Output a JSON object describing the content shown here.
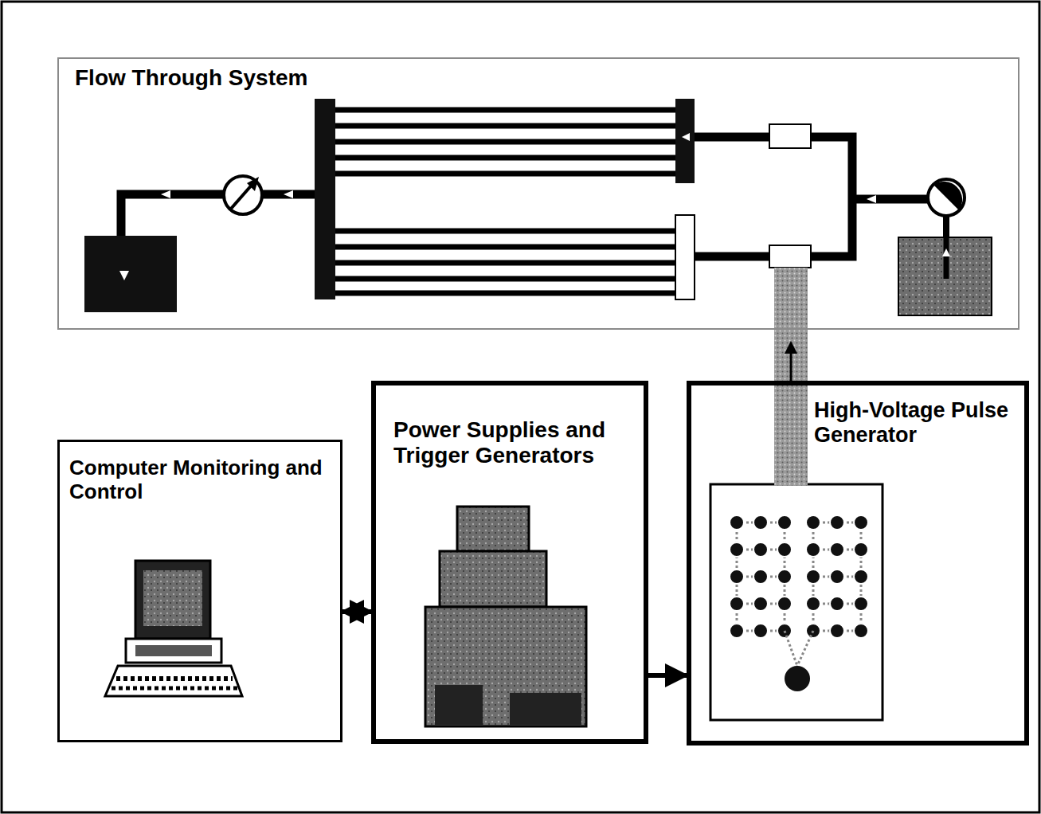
{
  "diagram": {
    "nodes": [
      {
        "text": [
          "Flow Through System"
        ]
      },
      {
        "text": [
          "Computer Monitoring and Control"
        ]
      },
      {
        "text": [
          "Power Supplies and Trigger Generators"
        ]
      },
      {
        "text": [
          "High-Voltage Pulse Generator"
        ]
      }
    ],
    "edges": [
      {
        "from": 1,
        "to": 2,
        "arrow": "both"
      },
      {
        "from": 2,
        "to": 3,
        "arrow": "to"
      },
      {
        "from": 3,
        "to": 0,
        "arrow": "to"
      }
    ]
  }
}
